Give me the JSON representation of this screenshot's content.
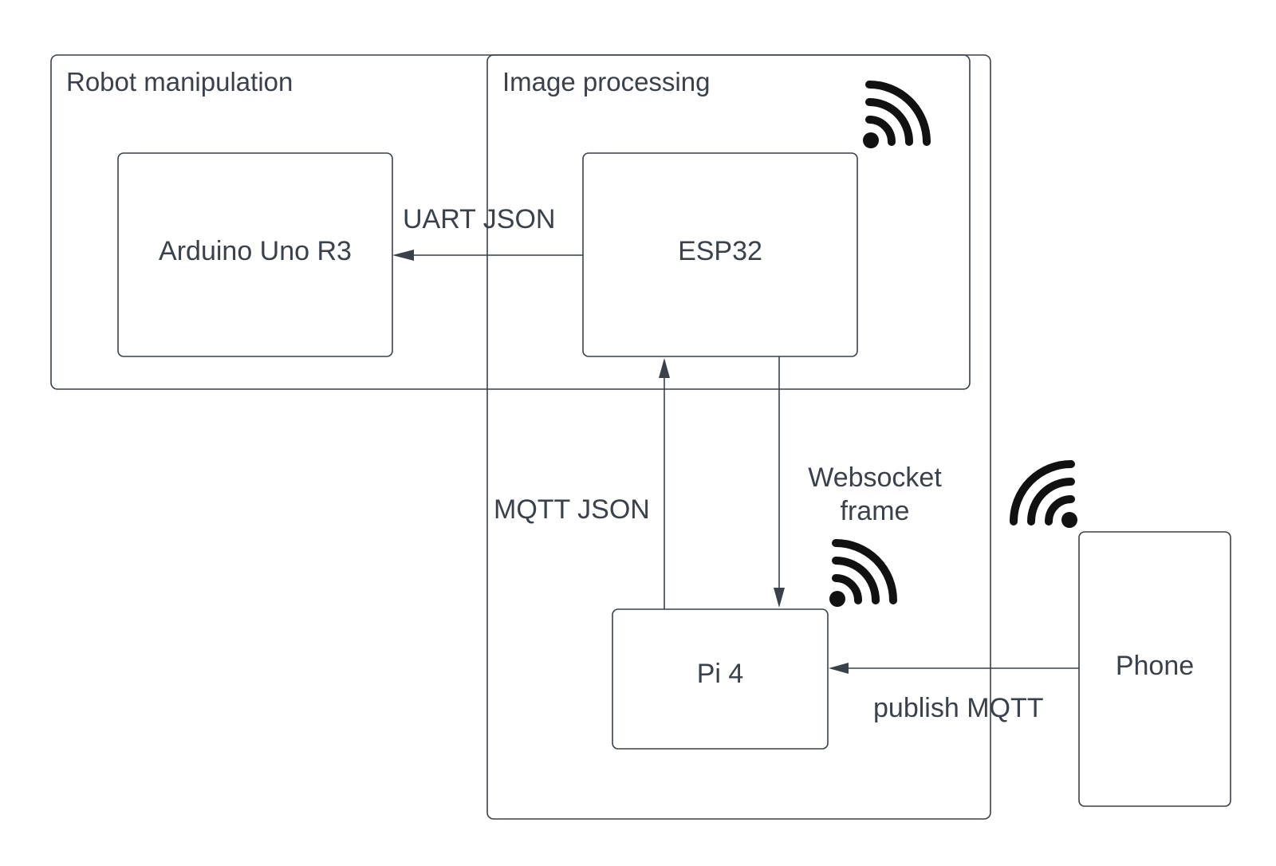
{
  "groups": {
    "robot": {
      "title": "Robot manipulation"
    },
    "image": {
      "title": "Image processing"
    }
  },
  "nodes": {
    "arduino": {
      "label": "Arduino Uno R3"
    },
    "esp32": {
      "label": "ESP32"
    },
    "pi4": {
      "label": "Pi 4"
    },
    "phone": {
      "label": "Phone"
    }
  },
  "edges": {
    "uart": {
      "label": "UART JSON",
      "from": "ESP32",
      "to": "Arduino Uno R3"
    },
    "mqtt_json": {
      "label": "MQTT JSON",
      "from": "Pi 4",
      "to": "ESP32"
    },
    "websocket": {
      "label_line1": "Websocket",
      "label_line2": "frame",
      "from": "ESP32",
      "to": "Pi 4"
    },
    "publish": {
      "label": "publish MQTT",
      "from": "Phone",
      "to": "Pi 4"
    }
  },
  "icons": [
    "wifi-icon",
    "wifi-icon",
    "wifi-icon"
  ],
  "colors": {
    "stroke": "#3a414a",
    "icon": "#111111",
    "background": "#ffffff"
  }
}
